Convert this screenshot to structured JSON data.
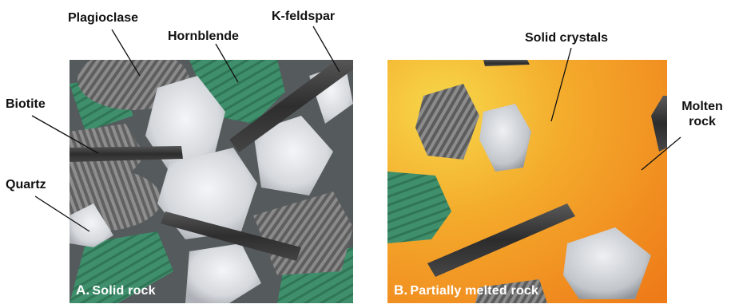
{
  "labels": {
    "plagioclase": "Plagioclase",
    "hornblende": "Hornblende",
    "kfeldspar": "K-feldspar",
    "biotite": "Biotite",
    "quartz": "Quartz",
    "solid_crystals": "Solid crystals",
    "molten_line1": "Molten",
    "molten_line2": "rock"
  },
  "panels": {
    "a": {
      "letter": "A.",
      "caption": "Solid rock"
    },
    "b": {
      "letter": "B.",
      "caption": "Partially melted rock"
    }
  },
  "colors": {
    "hornblende_green": "#3f8f6c",
    "quartz_white": "#e4e6ea",
    "biotite_dark": "#3a3a3a",
    "plagioclase_grey": "#7a7a7a",
    "melt_orange": "#f08a1e",
    "melt_yellow": "#f6c63a"
  }
}
